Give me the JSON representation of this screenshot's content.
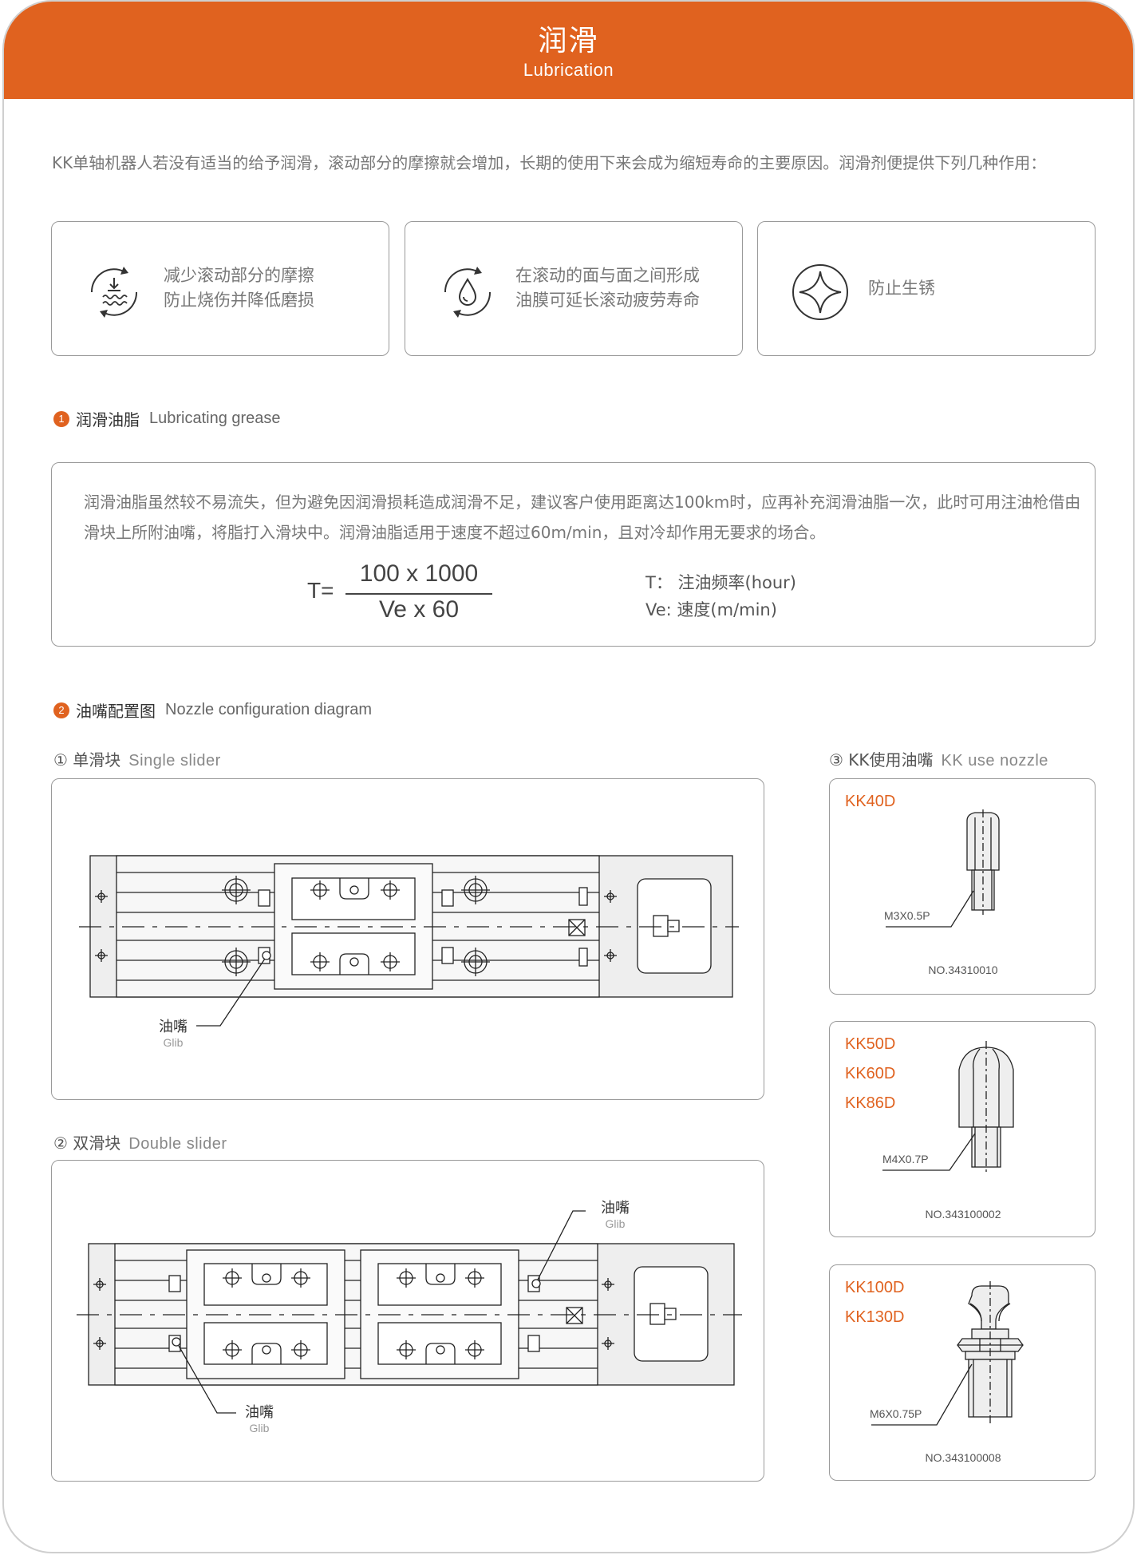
{
  "header": {
    "title_cn": "润滑",
    "title_en": "Lubrication"
  },
  "intro": "KK单轴机器人若没有适当的给予润滑，滚动部分的摩擦就会增加，长期的使用下来会成为缩短寿命的主要原因。润滑剂便提供下列几种作用：",
  "features": [
    {
      "icon": "friction-icon",
      "line1": "减少滚动部分的摩擦",
      "line2": "防止烧伤并降低磨损"
    },
    {
      "icon": "oil-drop-icon",
      "line1": "在滚动的面与面之间形成",
      "line2": "油膜可延长滚动疲劳寿命"
    },
    {
      "icon": "rust-prevention-icon",
      "line1": "防止生锈",
      "line2": ""
    }
  ],
  "grease": {
    "number": "1",
    "title_cn": "润滑油脂",
    "title_en": "Lubricating grease",
    "text": "润滑油脂虽然较不易流失，但为避免因润滑损耗造成润滑不足，建议客户使用距离达100km时，应再补充润滑油脂一次，此时可用注油枪借由滑块上所附油嘴，将脂打入滑块中。润滑油脂适用于速度不超过60m/min，且对冷却作用无要求的场合。",
    "formula": {
      "lhs": "T=",
      "numerator": "100 x 1000",
      "denominator": "Ve x 60"
    },
    "legend": [
      {
        "key": "T：",
        "desc": "注油频率(hour)"
      },
      {
        "key": "Ve:",
        "desc": "速度(m/min)"
      }
    ]
  },
  "nozzle": {
    "number": "2",
    "title_cn": "油嘴配置图",
    "title_en": "Nozzle configuration diagram",
    "single": {
      "title_cn": "① 单滑块",
      "title_en": "Single slider"
    },
    "double": {
      "title_cn": "② 双滑块",
      "title_en": "Double slider"
    },
    "kk": {
      "title_cn": "③ KK使用油嘴",
      "title_en": "KK use nozzle"
    },
    "callout": {
      "cn": "油嘴",
      "en": "Glib"
    },
    "nozzles": [
      {
        "models": [
          "KK40D"
        ],
        "thread": "M3X0.5P",
        "part_no": "NO.34310010"
      },
      {
        "models": [
          "KK50D",
          "KK60D",
          "KK86D"
        ],
        "thread": "M4X0.7P",
        "part_no": "NO.343100002"
      },
      {
        "models": [
          "KK100D",
          "KK130D"
        ],
        "thread": "M6X0.75P",
        "part_no": "NO.343100008"
      }
    ]
  },
  "colors": {
    "accent": "#e0621f",
    "border": "#9a9a9a",
    "drawing": "#222222"
  }
}
